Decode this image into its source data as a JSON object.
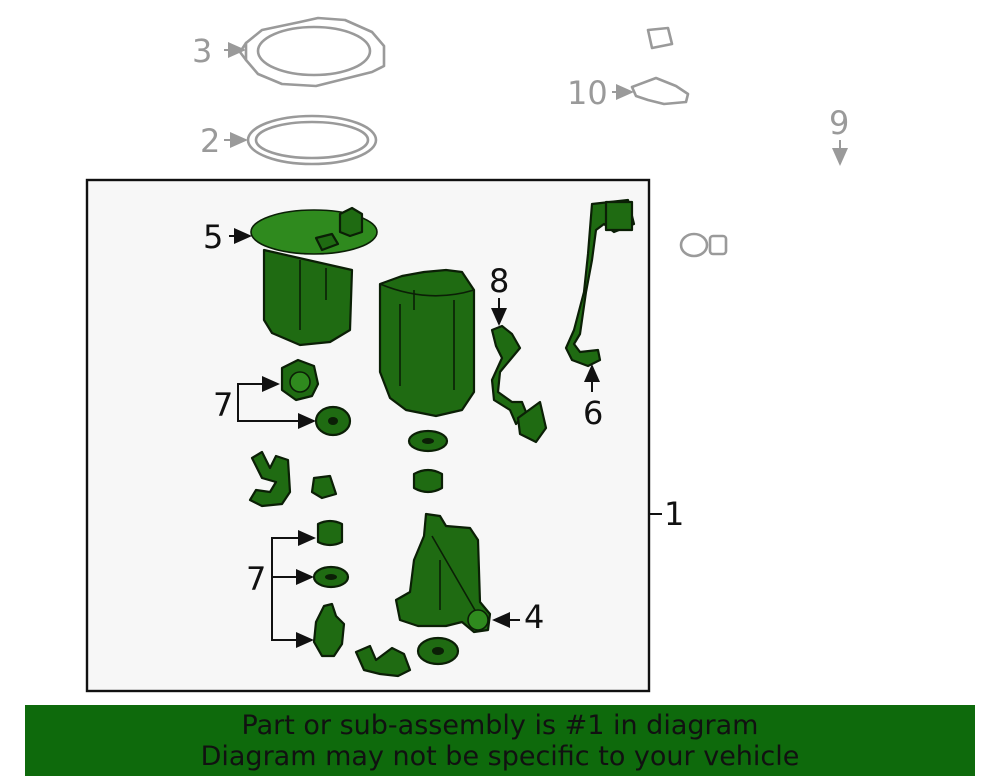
{
  "callouts": {
    "c1": "1",
    "c2": "2",
    "c3": "3",
    "c4": "4",
    "c5": "5",
    "c6": "6",
    "c7a": "7",
    "c7b": "7",
    "c8": "8",
    "c9": "9",
    "c10": "10"
  },
  "banner": {
    "line1": "Part or sub-assembly is #1 in diagram",
    "line2": "Diagram may not be specific to your vehicle"
  },
  "colors": {
    "part_green": "#1f6b12",
    "banner_green": "#0e6a0c",
    "assembly_box_bg": "#f7f7f7",
    "ghost_gray": "#9a9a9a"
  }
}
